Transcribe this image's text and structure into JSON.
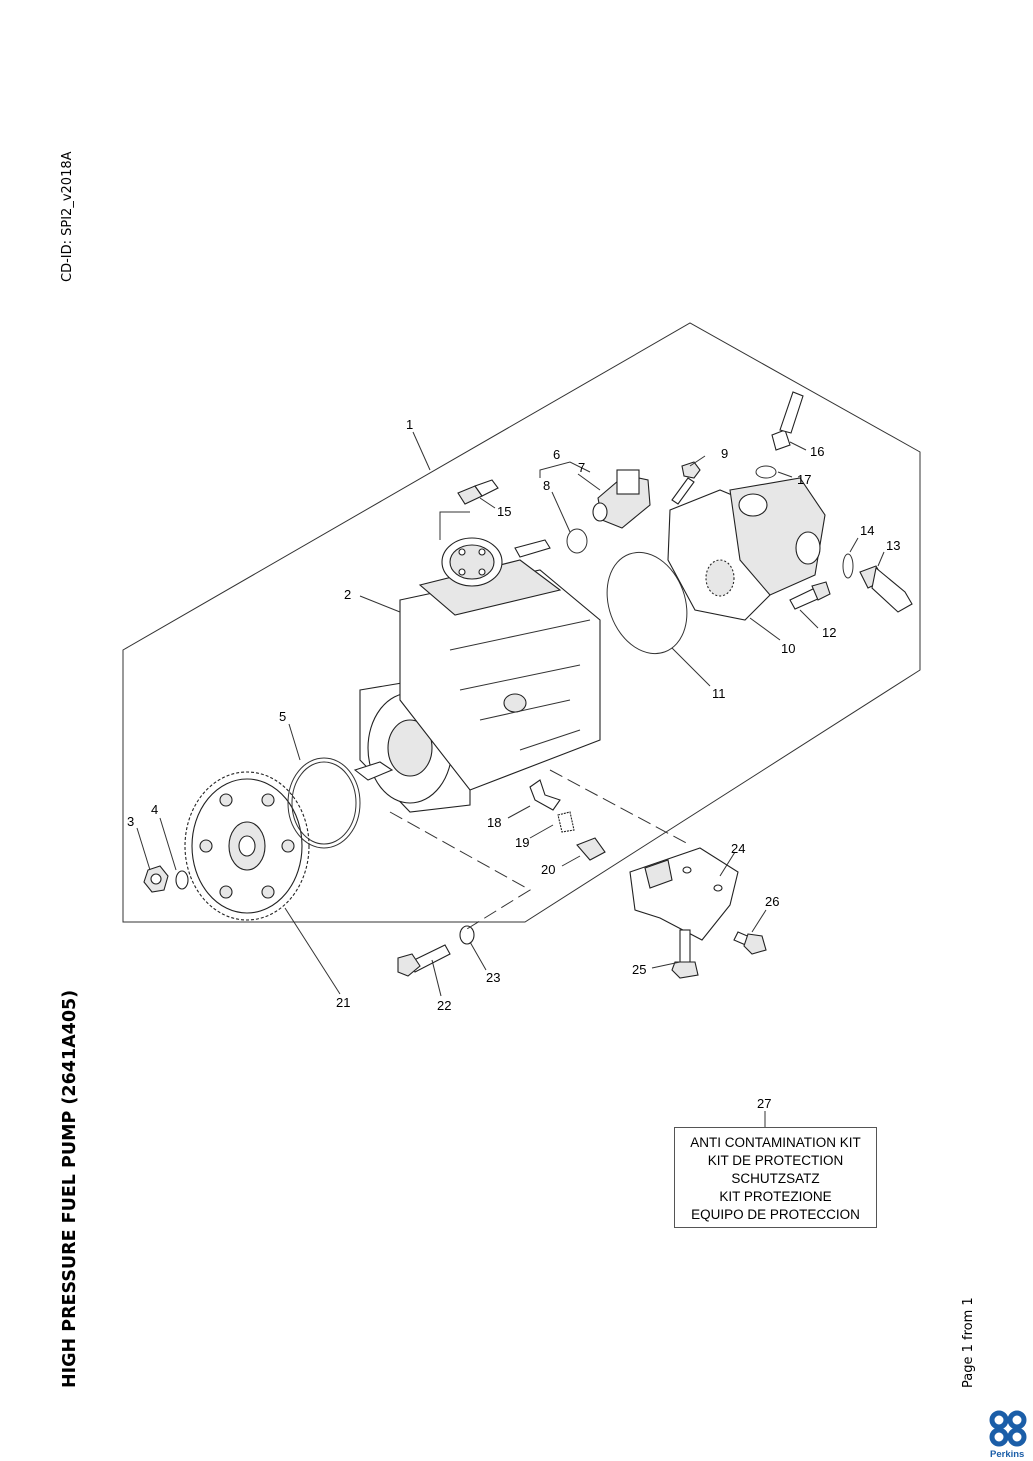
{
  "cd_id": "CD-ID: SPI2_v2018A",
  "title": "HIGH PRESSURE FUEL PUMP (2641A405)",
  "page_info": "Page 1 from 1",
  "logo_text": "Perkins",
  "callouts": [
    "1",
    "2",
    "3",
    "4",
    "5",
    "6",
    "7",
    "8",
    "9",
    "10",
    "11",
    "12",
    "13",
    "14",
    "15",
    "16",
    "17",
    "18",
    "19",
    "20",
    "21",
    "22",
    "23",
    "24",
    "25",
    "26"
  ],
  "kit": {
    "number": "27",
    "lines": [
      "ANTI CONTAMINATION KIT",
      "KIT DE PROTECTION",
      "SCHUTZSATZ",
      "KIT PROTEZIONE",
      "EQUIPO DE PROTECCION"
    ]
  },
  "colors": {
    "logo_blue": "#1b5ea8",
    "line": "#333333"
  }
}
